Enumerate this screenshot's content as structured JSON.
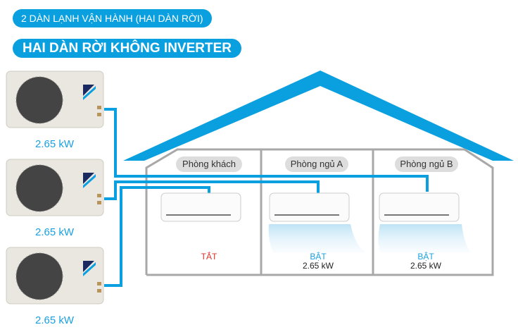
{
  "header": {
    "subtitle": "2 DÀN LẠNH VẬN HÀNH (HAI DÀN RỜI)",
    "title": "HAI DÀN RỜI KHÔNG INVERTER"
  },
  "outdoor_units": [
    {
      "capacity": "2.65 kW"
    },
    {
      "capacity": "2.65 kW"
    },
    {
      "capacity": "2.65 kW"
    }
  ],
  "rooms": [
    {
      "name": "Phòng khách",
      "state": "TẮT",
      "power": ""
    },
    {
      "name": "Phòng ngủ A",
      "state": "BẬT",
      "power": "2.65 kW"
    },
    {
      "name": "Phòng ngủ B",
      "state": "BẬT",
      "power": "2.65 kW"
    }
  ],
  "colors": {
    "accent": "#0aa0e0",
    "off": "#e0302a",
    "wall": "#a8a8a8"
  }
}
